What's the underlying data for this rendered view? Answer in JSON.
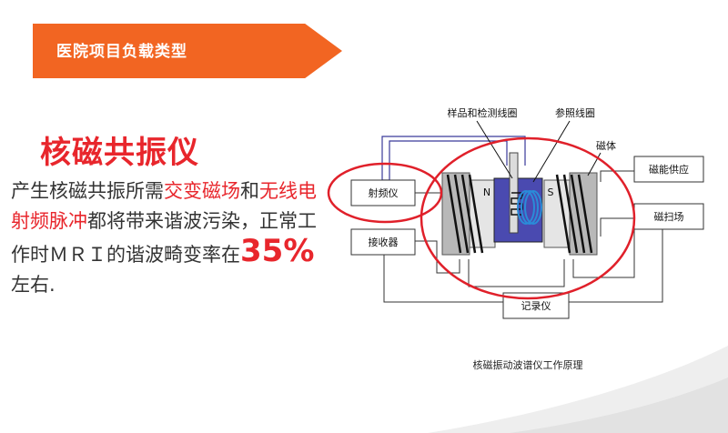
{
  "banner": {
    "title": "医院项目负载类型"
  },
  "heading": {
    "title": "核磁共振仪"
  },
  "paragraph": {
    "p1": "产生核磁共振所需",
    "p2": "交变磁场",
    "p3": "和",
    "p4": "无线电射频脉冲",
    "p5": "都将带来谐波污染，正常工作时",
    "p6": "ＭＲＩ",
    "p7": "的谐波畸变率在",
    "p8": "35%",
    "p9": "左右."
  },
  "diagram": {
    "label_sample_coil": "样品和检测线圈",
    "label_ref_coil": "参照线圈",
    "label_magnet": "磁体",
    "box_rf": "射频仪",
    "box_receiver": "接收器",
    "box_power": "磁能供应",
    "box_sweep": "磁扫场",
    "box_recorder": "记录仪",
    "pole_n": "N",
    "pole_s": "S",
    "caption": "核磁振动波谱仪工作原理"
  },
  "colors": {
    "accent": "#f26522",
    "highlight": "#e8262c",
    "wire_blue": "#3a3a9a"
  }
}
